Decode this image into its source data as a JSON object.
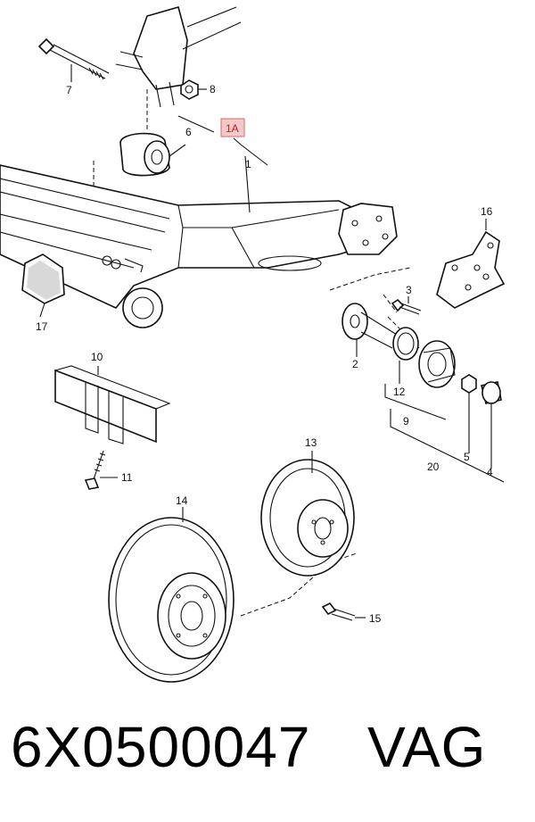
{
  "callouts": {
    "c1": "1",
    "c1a": "1A",
    "c2": "2",
    "c3": "3",
    "c4": "4",
    "c5": "5",
    "c6": "6",
    "c7": "7",
    "c8": "8",
    "c9": "9",
    "c10": "10",
    "c11": "11",
    "c12": "12",
    "c13": "13",
    "c14": "14",
    "c15": "15",
    "c16": "16",
    "c17": "17",
    "c20": "20"
  },
  "caption": {
    "part_number": "6X0500047",
    "brand": "VAG"
  },
  "colors": {
    "highlight_box": "#f4c9c9",
    "highlight_border": "#d66"
  }
}
